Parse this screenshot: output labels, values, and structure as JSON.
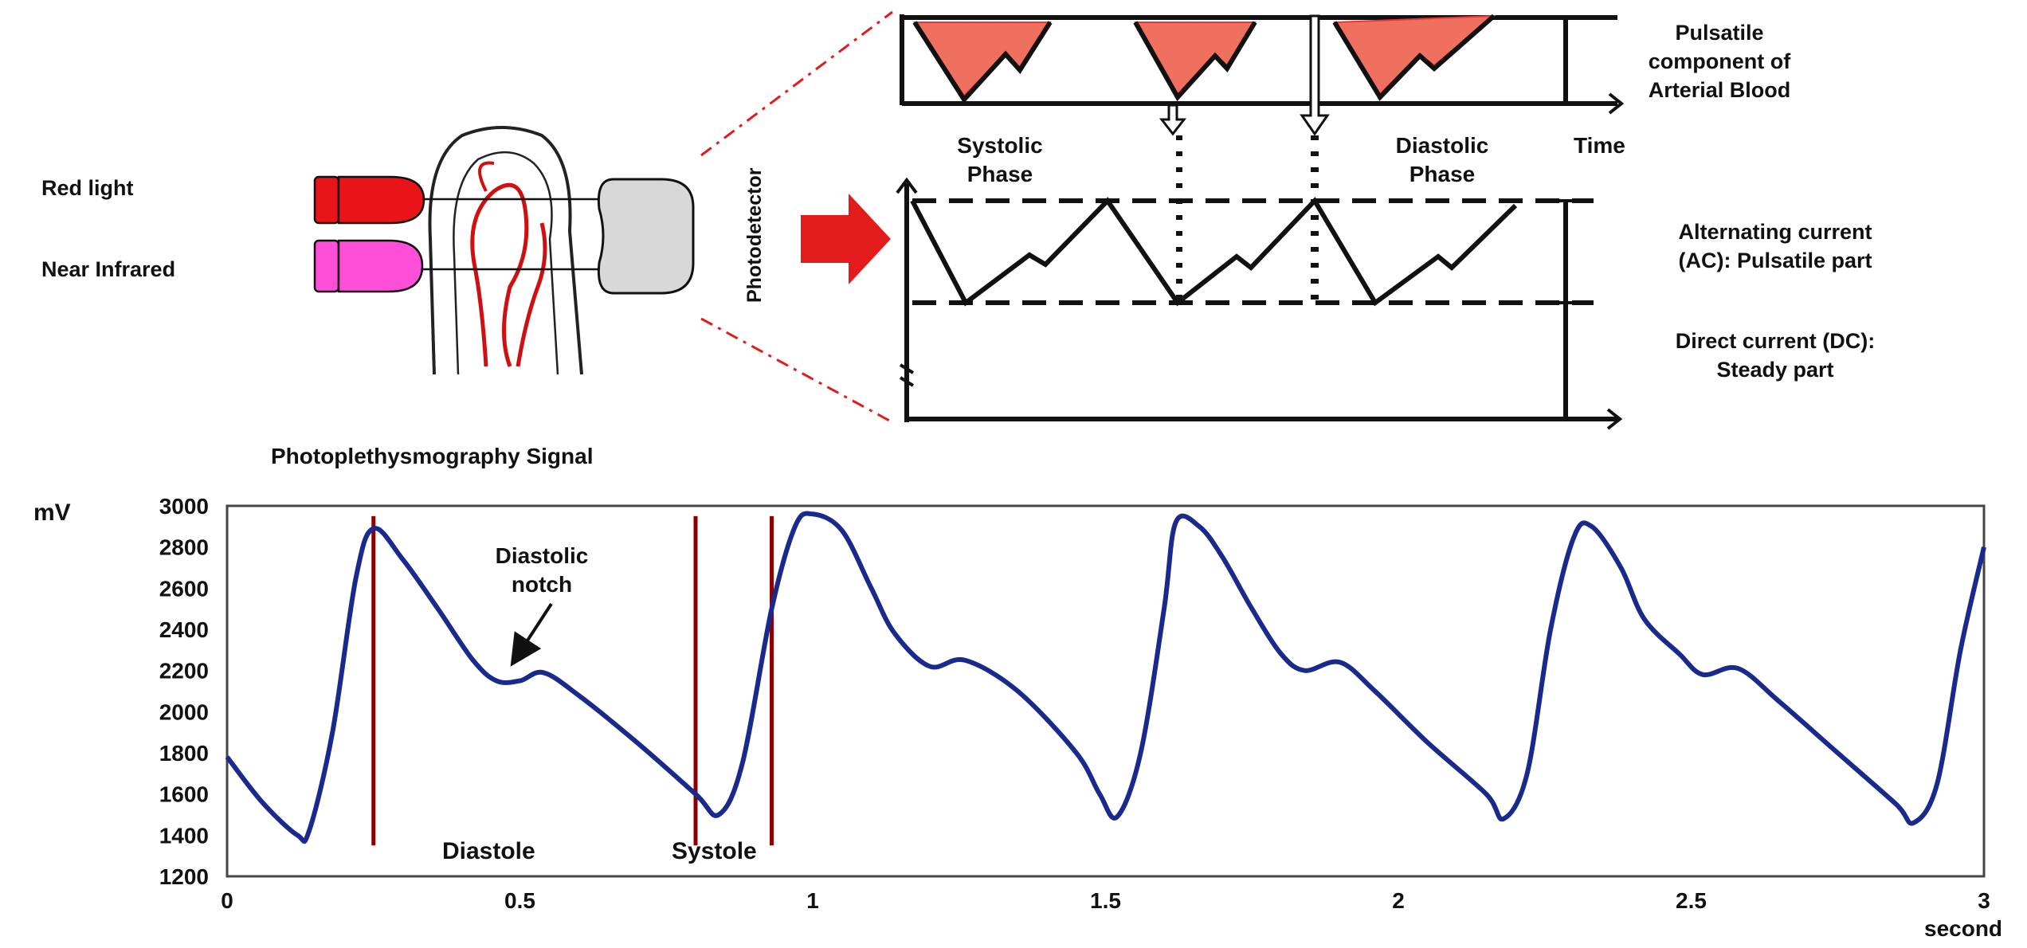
{
  "sensor": {
    "red_light_label": "Red light",
    "near_infrared_label": "Near Infrared",
    "photodetector_label": "Photodetector",
    "caption": "Photoplethysmography Signal"
  },
  "schematic": {
    "systolic_phase": [
      "Systolic",
      "Phase"
    ],
    "diastolic_phase": [
      "Diastolic",
      "Phase"
    ],
    "time_label": "Time",
    "pulsatile_component": [
      "Pulsatile",
      "component of",
      "Arterial Blood"
    ],
    "ac_label": [
      "Alternating current",
      "(AC): Pulsatile part"
    ],
    "dc_label": [
      "Direct current (DC):",
      "Steady part"
    ]
  },
  "colors": {
    "red_led": "#e8141a",
    "nir_led": "#ff4fd8",
    "signal_line": "#1a2a8c",
    "marker_line": "#8b0000",
    "pulse_fill": "#f07060",
    "arrow_red": "#e31b1b",
    "detector_fill": "#d8d8d8"
  },
  "chart_data": {
    "type": "line",
    "ylabel": "mV",
    "xlabel": "second",
    "xlim": [
      0,
      3
    ],
    "ylim": [
      1200,
      3000
    ],
    "x_ticks": [
      {
        "value": 0,
        "label": "0"
      },
      {
        "value": 0.5,
        "label": "0.5"
      },
      {
        "value": 1,
        "label": "1"
      },
      {
        "value": 1.5,
        "label": "1.5"
      },
      {
        "value": 2,
        "label": "2"
      },
      {
        "value": 2.5,
        "label": "2.5"
      },
      {
        "value": 3,
        "label": "3"
      }
    ],
    "y_ticks": [
      {
        "value": 1200,
        "label": "1200"
      },
      {
        "value": 1400,
        "label": "1400"
      },
      {
        "value": 1600,
        "label": "1600"
      },
      {
        "value": 1800,
        "label": "1800"
      },
      {
        "value": 2000,
        "label": "2000"
      },
      {
        "value": 2200,
        "label": "2200"
      },
      {
        "value": 2400,
        "label": "2400"
      },
      {
        "value": 2600,
        "label": "2600"
      },
      {
        "value": 2800,
        "label": "2800"
      },
      {
        "value": 3000,
        "label": "3000"
      }
    ],
    "series": [
      {
        "x": [
          0,
          0.06,
          0.12,
          0.14,
          0.18,
          0.22,
          0.25,
          0.3,
          0.36,
          0.42,
          0.46,
          0.5,
          0.54,
          0.6,
          0.7,
          0.8,
          0.84,
          0.88,
          0.93,
          0.97,
          1.0,
          1.05,
          1.1,
          1.14,
          1.2,
          1.26,
          1.35,
          1.45,
          1.49,
          1.52,
          1.56,
          1.6,
          1.62,
          1.66,
          1.7,
          1.75,
          1.8,
          1.84,
          1.9,
          1.96,
          2.05,
          2.15,
          2.18,
          2.22,
          2.26,
          2.3,
          2.33,
          2.38,
          2.42,
          2.48,
          2.52,
          2.58,
          2.65,
          2.75,
          2.85,
          2.88,
          2.92,
          2.96,
          3.0
        ],
        "y": [
          1780,
          1560,
          1400,
          1420,
          1900,
          2650,
          2890,
          2740,
          2500,
          2250,
          2150,
          2150,
          2190,
          2080,
          1850,
          1600,
          1500,
          1750,
          2500,
          2900,
          2960,
          2880,
          2600,
          2380,
          2220,
          2250,
          2100,
          1800,
          1600,
          1490,
          1800,
          2500,
          2920,
          2900,
          2750,
          2500,
          2280,
          2200,
          2240,
          2100,
          1850,
          1600,
          1480,
          1700,
          2400,
          2850,
          2900,
          2700,
          2450,
          2280,
          2180,
          2210,
          2050,
          1800,
          1550,
          1460,
          1650,
          2300,
          2800
        ]
      }
    ],
    "markers": [
      0.25,
      0.8,
      0.93
    ],
    "annotations": {
      "diastolic_notch": [
        "Diastolic",
        "notch"
      ],
      "diastole": "Diastole",
      "systole": "Systole"
    }
  }
}
